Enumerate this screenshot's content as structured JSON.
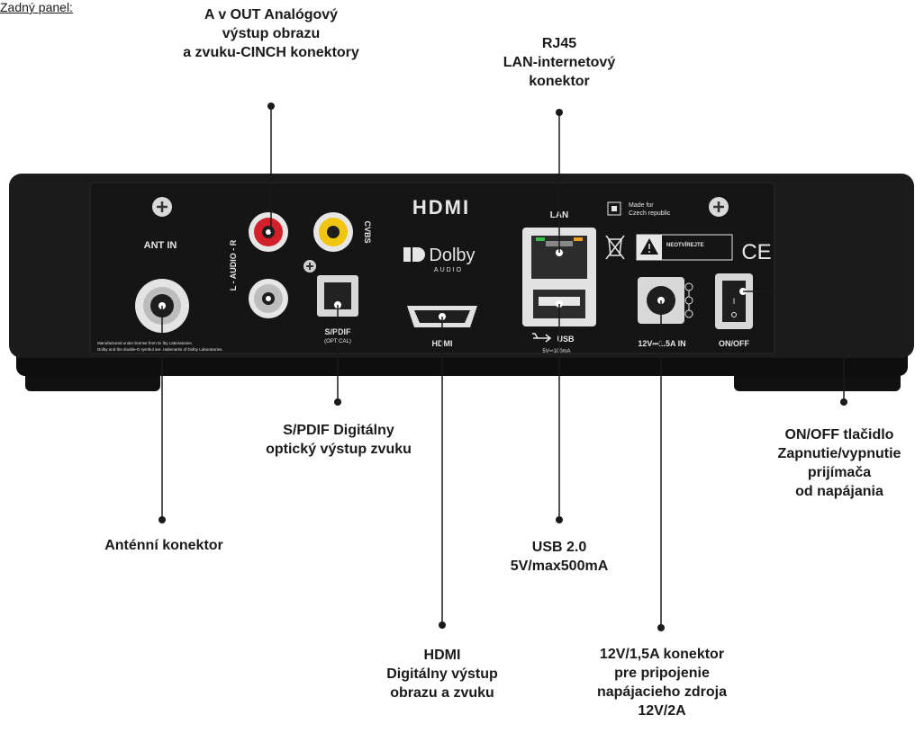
{
  "heading": "Zadný panel:",
  "callouts": {
    "av_out": [
      "A v OUT Analógový",
      "výstup obrazu",
      "a zvuku-CINCH konektory"
    ],
    "rj45": [
      "RJ45",
      "LAN-internetový",
      "konektor"
    ],
    "spdif": [
      "S/PDIF Digitálny",
      "optický výstup zvuku"
    ],
    "onoff": [
      "ON/OFF tlačidlo",
      "Zapnutie/vypnutie",
      "prijímača",
      "od napájania"
    ],
    "antenna": [
      "Anténní konektor"
    ],
    "usb": [
      "USB 2.0",
      "5V/max500mA"
    ],
    "hdmi": [
      "HDMI",
      "Digitálny výstup",
      "obrazu a zvuku"
    ],
    "power": [
      "12V/1,5A konektor",
      "pre pripojenie",
      "napájacieho zdroja",
      "12V/2A"
    ]
  },
  "panel": {
    "ant_in": "ANT IN",
    "audio": "L - AUDIO - R",
    "cvbs": "CVBS",
    "hdmi_logo": "HDMI",
    "dolby": "Dolby",
    "dolby_sub": "AUDIO",
    "lan": "LAN",
    "made_for": "Made for",
    "made_for_sub": "Czech republic",
    "warning": "NEOTVÍREJTE",
    "ce": "CE",
    "spdif": "S/PDIF",
    "spdif_sub": "(OPTICAL)",
    "hdmi_port": "HDMI",
    "usb": "USB",
    "usb_sub": "5V⎓100mA",
    "power_in": "12V⎓1.5A IN",
    "onoff": "ON/OFF",
    "fine_print_1": "Manufactured under license from Dolby Laboratories.",
    "fine_print_2": "Dolby and the double-D symbol are trademarks of Dolby Laboratories."
  },
  "colors": {
    "device": "#1b1b1b",
    "panel": "#151515",
    "rca_red": "#d4202a",
    "rca_yellow": "#f1c40f",
    "leader": "#1a1a1a"
  }
}
